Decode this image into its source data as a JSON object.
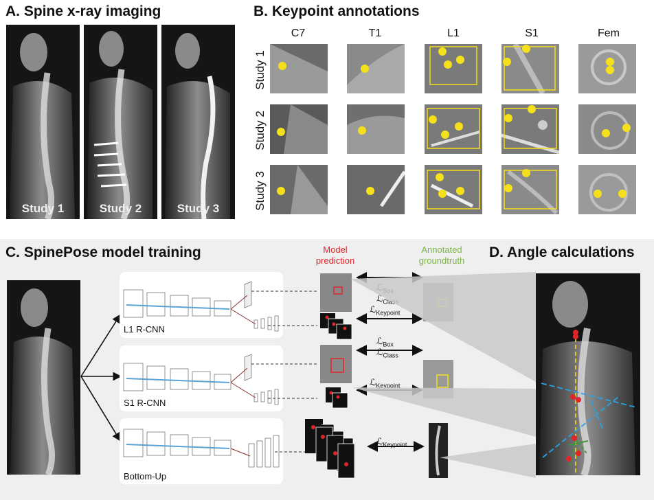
{
  "panel_a": {
    "title": "A. Spine x-ray imaging",
    "studies": [
      "Study 1",
      "Study 2",
      "Study 3"
    ]
  },
  "panel_b": {
    "title": "B. Keypoint annotations",
    "columns": [
      "C7",
      "T1",
      "L1",
      "S1",
      "Fem"
    ],
    "rows": [
      "Study 1",
      "Study 2",
      "Study 3"
    ]
  },
  "panel_c": {
    "title": "C. SpinePose model training",
    "networks": [
      "L1 R-CNN",
      "S1 R-CNN",
      "Bottom-Up"
    ],
    "model_prediction": [
      "Model",
      "prediction"
    ],
    "annotated_groundtruth": [
      "Annotated",
      "groundtruth"
    ],
    "loss_symbol": "ℒ",
    "loss_box": "Box",
    "loss_class": "Class",
    "loss_keypoint": "Keypoint"
  },
  "panel_d": {
    "title": "D. Angle calculations"
  },
  "colors": {
    "keypoint_yellow": "#f4e01b",
    "prediction_red": "#e0252b",
    "groundtruth_green": "#7ab547",
    "angle_blue": "#29a3e0",
    "angle_green": "#3d9a3d",
    "panel_bg": "#efefef"
  }
}
